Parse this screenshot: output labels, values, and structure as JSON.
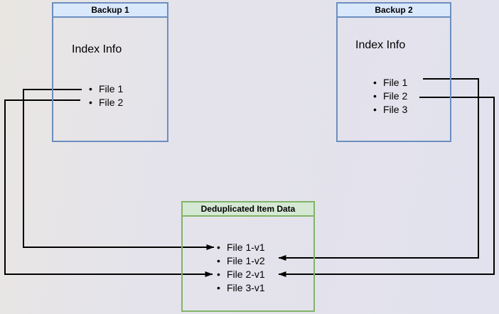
{
  "backup1": {
    "title": "Backup 1",
    "index_label": "Index Info",
    "files": [
      "File 1",
      "File 2"
    ]
  },
  "backup2": {
    "title": "Backup 2",
    "index_label": "Index Info",
    "files": [
      "File 1",
      "File 2",
      "File 3"
    ]
  },
  "dedup": {
    "title": "Deduplicated Item Data",
    "items": [
      "File 1-v1",
      "File 1-v2",
      "File 2-v1",
      "File 3-v1"
    ]
  },
  "connections": [
    {
      "from": "Backup 1 / File 1",
      "to": "File 1-v1"
    },
    {
      "from": "Backup 1 / File 2",
      "to": "File 2-v1"
    },
    {
      "from": "Backup 2 / File 1",
      "to": "File 1-v2"
    },
    {
      "from": "Backup 2 / File 2",
      "to": "File 2-v1"
    }
  ],
  "colors": {
    "backup_header_fill": "#dae8fc",
    "backup_border": "#6c8ebf",
    "dedup_header_fill": "#d5e8d4",
    "dedup_border": "#82b366",
    "connector": "#000000",
    "background_left": "#e9e6e2",
    "background_right": "#e2e2ee"
  }
}
